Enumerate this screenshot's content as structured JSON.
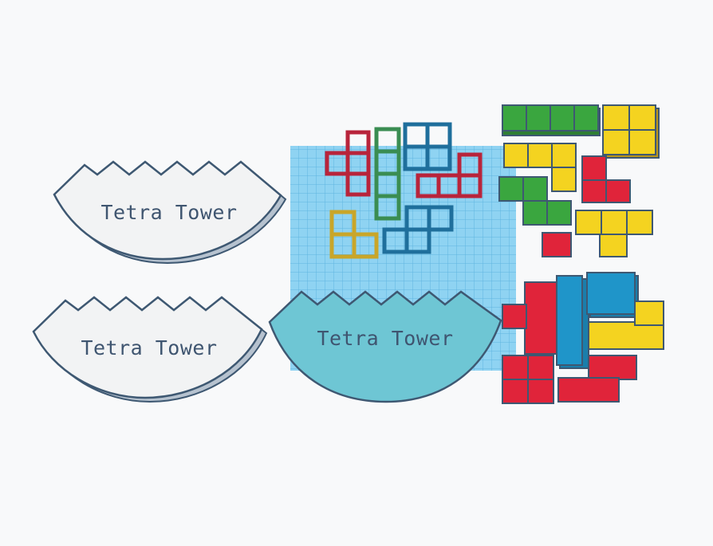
{
  "scene": {
    "description_colors": {
      "background": "#f8f9fa",
      "base_light": "#f2f3f4",
      "base_accent": "#6ec6d4",
      "outline": "#3e5872",
      "grid": "#8fd3f2",
      "grid_line": "#5fb4e0",
      "red": "#e0243a",
      "yellow": "#f4d320",
      "green": "#3aa63f",
      "blue": "#1f95c9"
    },
    "bases": [
      {
        "label": "Tetra Tower",
        "style": "light"
      },
      {
        "label": "Tetra Tower",
        "style": "light"
      },
      {
        "label": "Tetra Tower",
        "style": "accent"
      }
    ]
  }
}
